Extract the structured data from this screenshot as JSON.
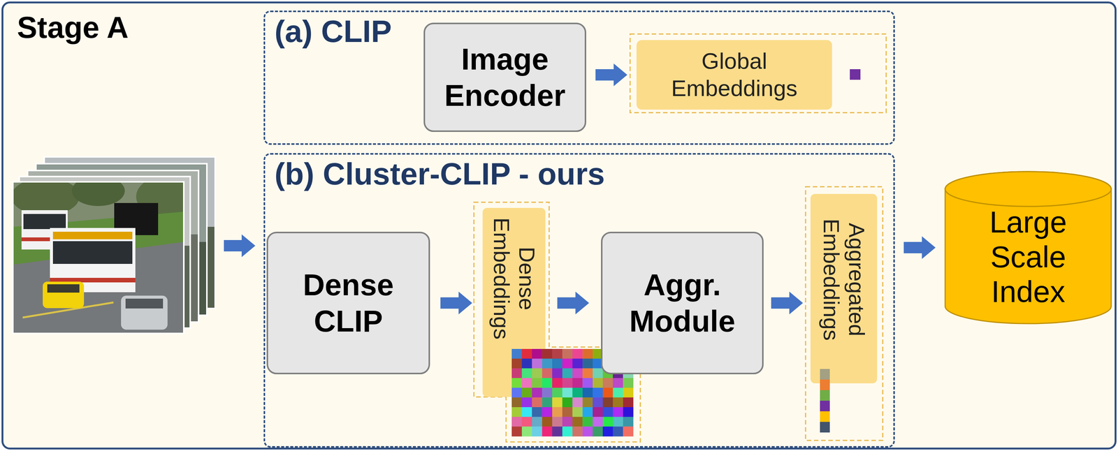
{
  "diagram": {
    "nodes": [
      {
        "text": [
          "Stage A"
        ]
      },
      {
        "text": [
          "(a) CLIP"
        ],
        "in": 0
      },
      {
        "text": [
          "Image Encoder"
        ],
        "in": 1
      },
      {
        "text": [
          "Global Embeddings"
        ],
        "in": 1
      },
      {
        "text": [
          "(b) Cluster-CLIP - ours"
        ],
        "in": 0
      },
      {
        "text": [
          "Dense CLIP"
        ],
        "in": 4
      },
      {
        "text": [
          "Dense Embeddings"
        ],
        "in": 4
      },
      {
        "text": [
          "Aggr. Module"
        ],
        "in": 4
      },
      {
        "text": [
          "Aggregated Embeddings"
        ],
        "in": 4
      },
      {
        "text": [
          "Large Scale Index"
        ],
        "in": 0
      }
    ],
    "edges": [
      {
        "from": 2,
        "to": 3,
        "arrow": "to"
      },
      {
        "from": 5,
        "to": 6,
        "arrow": "to"
      },
      {
        "from": 6,
        "to": 7,
        "arrow": "to"
      },
      {
        "from": 7,
        "to": 8,
        "arrow": "to"
      },
      {
        "from": 4,
        "to": 9,
        "arrow": "to"
      }
    ]
  }
}
